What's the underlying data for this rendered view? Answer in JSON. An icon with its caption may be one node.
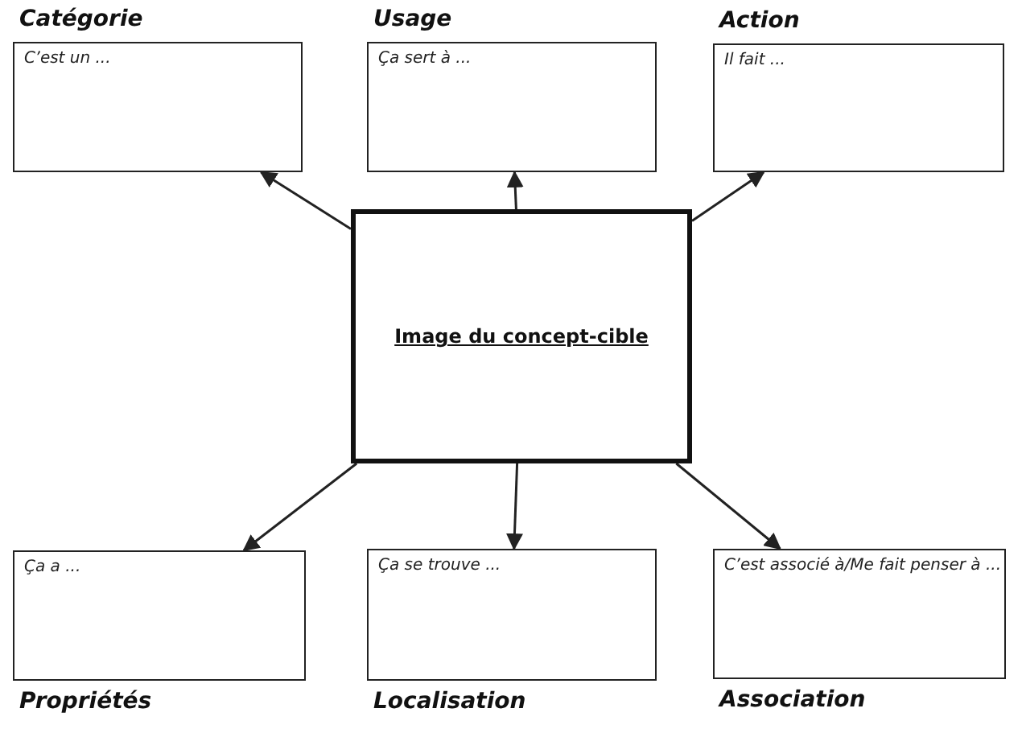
{
  "diagram": {
    "nodes": [
      {
        "text": [
          "Catégorie",
          "C’est un ..."
        ]
      },
      {
        "text": [
          "Usage",
          "Ça sert à ..."
        ]
      },
      {
        "text": [
          "Action",
          "Il fait ..."
        ]
      },
      {
        "text": [
          "Image du concept-cible"
        ]
      },
      {
        "text": [
          "Ça a ...",
          "Propriétés"
        ]
      },
      {
        "text": [
          "Ça se trouve ...",
          "Localisation"
        ]
      },
      {
        "text": [
          "C’est associé à/Me fait penser à ...",
          "Association"
        ]
      }
    ],
    "edges": [
      {
        "from": 3,
        "to": 0,
        "arrow": "to"
      },
      {
        "from": 3,
        "to": 1,
        "arrow": "to"
      },
      {
        "from": 3,
        "to": 2,
        "arrow": "to"
      },
      {
        "from": 3,
        "to": 4,
        "arrow": "to"
      },
      {
        "from": 3,
        "to": 5,
        "arrow": "to"
      },
      {
        "from": 3,
        "to": 6,
        "arrow": "to"
      }
    ]
  }
}
